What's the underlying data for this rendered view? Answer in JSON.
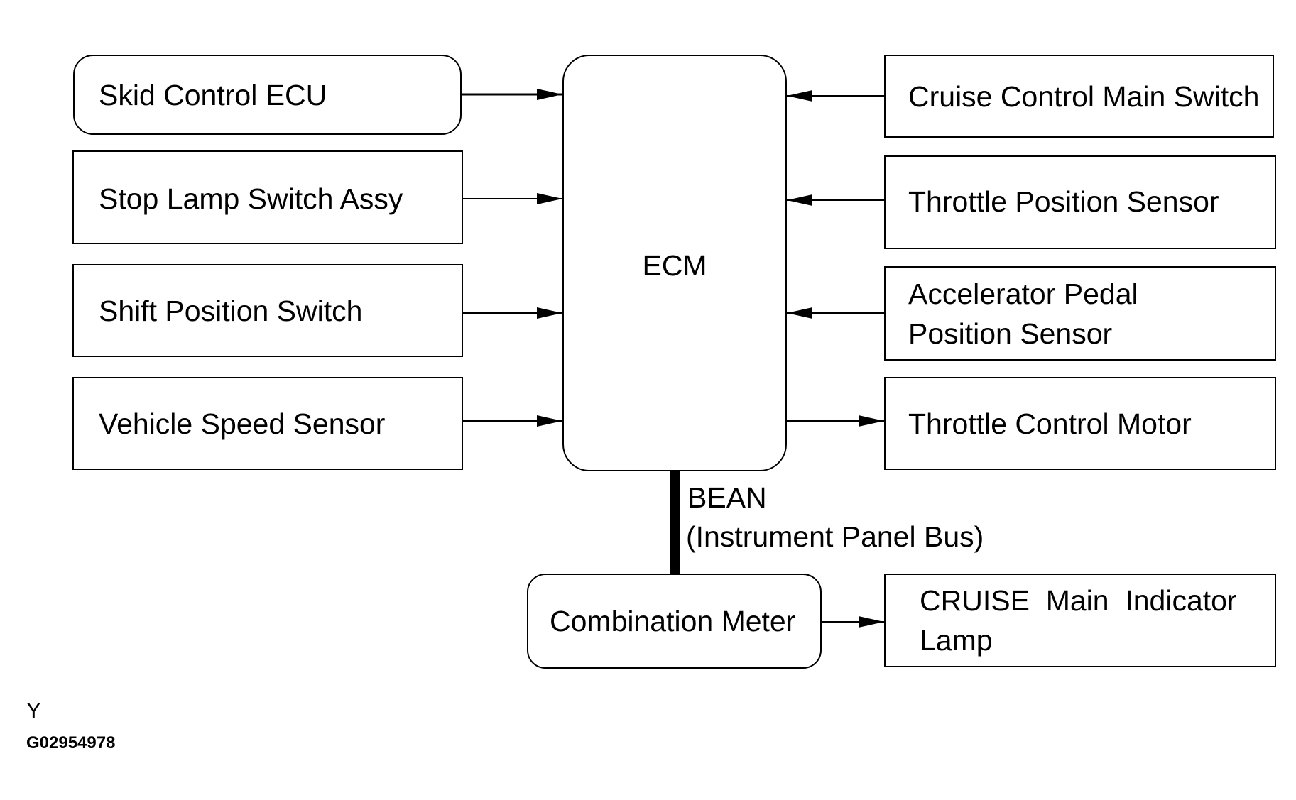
{
  "blocks": {
    "skid_control_ecu": "Skid Control ECU",
    "stop_lamp_switch": "Stop Lamp Switch Assy",
    "shift_position_switch": "Shift Position Switch",
    "vehicle_speed_sensor": "Vehicle Speed Sensor",
    "ecm": "ECM",
    "cruise_main_switch": "Cruise Control Main Switch",
    "throttle_position_sensor": "Throttle Position Sensor",
    "accelerator_pedal_line1": "Accelerator Pedal",
    "accelerator_pedal_line2": "Position Sensor",
    "throttle_control_motor": "Throttle Control Motor",
    "combination_meter": "Combination Meter",
    "cruise_indicator_line1": "CRUISE  Main  Indicator",
    "cruise_indicator_line2": "Lamp"
  },
  "bus": {
    "name": "BEAN",
    "description": "(Instrument Panel Bus)"
  },
  "footer": {
    "marker": "Y",
    "figure_id": "G02954978"
  }
}
